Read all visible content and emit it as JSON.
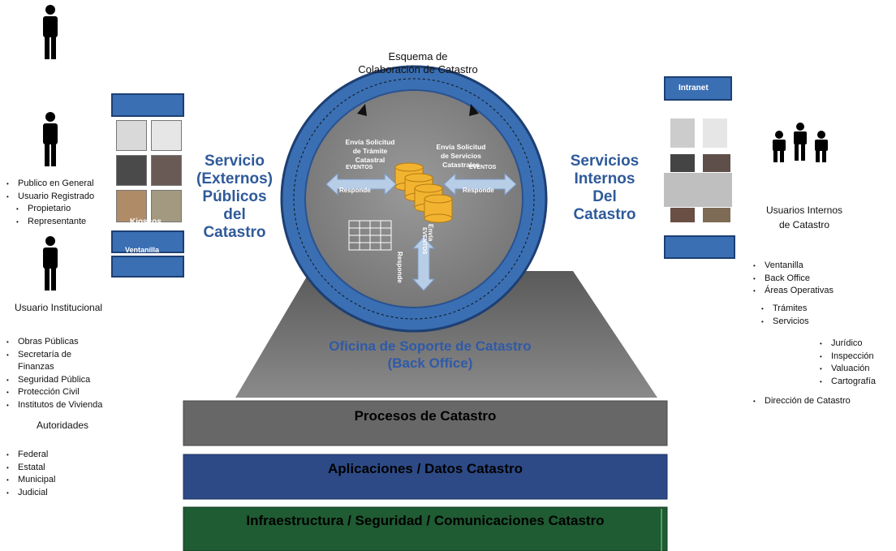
{
  "header": {
    "title": "Esquema de Colaboración de Catastro"
  },
  "left": {
    "service_title": [
      "Servicio",
      "(Externos)",
      "Públicos",
      "del",
      "Catastro"
    ],
    "public_users": [
      "Publico en General",
      "Usuario Registrado"
    ],
    "public_sub": [
      "Propietario",
      "Representante"
    ],
    "institutional_title": "Usuario Institucional",
    "institutional": [
      "Obras Públicas",
      "Secretaría de Finanzas",
      "Seguridad Pública",
      "Protección Civil",
      "Institutos de Vivienda"
    ],
    "authorities_title": "Autoridades",
    "authorities": [
      "Federal",
      "Estatal",
      "Municipal",
      "Judicial"
    ],
    "kiosk_label": "Kioscos",
    "ventanilla_label": "Ventanilla"
  },
  "right": {
    "service_title": [
      "Servicios",
      "Internos",
      "Del",
      "Catastro"
    ],
    "intranet_label": "Intranet",
    "users_title": "Usuarios Internos de Catastro",
    "items": [
      "Ventanilla",
      "Back Office",
      "Áreas Operativas"
    ],
    "sub_items": [
      "Trámites",
      "Servicios"
    ],
    "deep_items": [
      "Jurídico",
      "Inspección",
      "Valuación",
      "Cartografía"
    ],
    "last_item": "Dirección de Catastro"
  },
  "center": {
    "left_request": [
      "Envía Solicitud",
      "de Trámite",
      "Catastral"
    ],
    "right_request": [
      "Envía Solicitud",
      "de Servicios",
      "Catastrales"
    ],
    "eventos": "EVENTOS",
    "responde": "Responde",
    "envia": "Envía",
    "back_office": [
      "Oficina de Soporte de Catastro",
      "(Back Office)"
    ]
  },
  "bands": {
    "procesos": "Procesos de Catastro",
    "aplicaciones": "Aplicaciones / Datos Catastro",
    "infraestructura": "Infraestructura  /  Seguridad  /  Comunicaciones   Catastro"
  },
  "colors": {
    "accent_blue": "#2f5a9a",
    "ring_blue": "#3a6fb3",
    "band_gray": "#666666",
    "band_blue": "#2d4a86",
    "band_green": "#1f5b33"
  }
}
